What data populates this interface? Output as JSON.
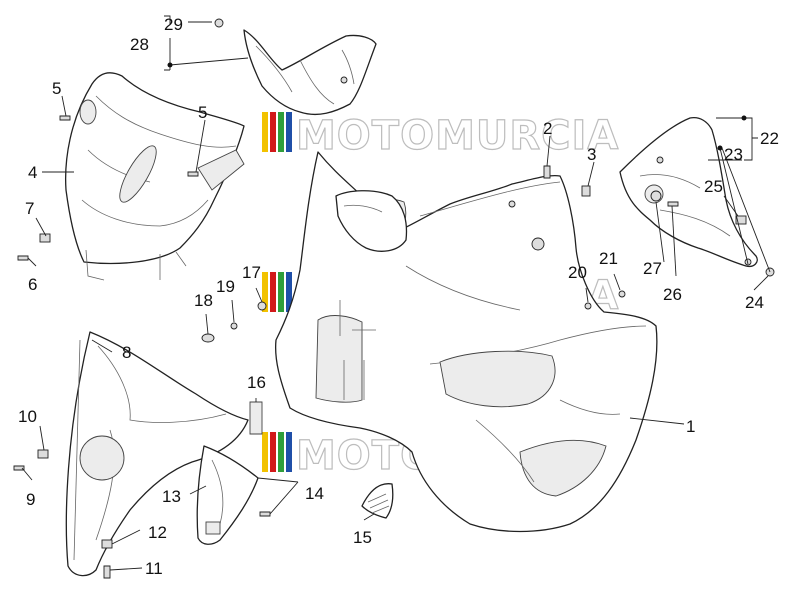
{
  "watermark": {
    "text": "MOTOMURCIA",
    "colors": [
      "#f2c200",
      "#d11a1a",
      "#2f9e3a",
      "#1f4fa8"
    ]
  },
  "callouts": {
    "c1": "1",
    "c2": "2",
    "c3": "3",
    "c4": "4",
    "c5a": "5",
    "c5b": "5",
    "c6": "6",
    "c7": "7",
    "c8": "8",
    "c9": "9",
    "c10": "10",
    "c11": "11",
    "c12": "12",
    "c13": "13",
    "c14": "14",
    "c15": "15",
    "c16": "16",
    "c17": "17",
    "c18": "18",
    "c19": "19",
    "c20": "20",
    "c21": "21",
    "c22": "22",
    "c23": "23",
    "c24": "24",
    "c25": "25",
    "c26": "26",
    "c27": "27",
    "c28": "28",
    "c29": "29"
  }
}
